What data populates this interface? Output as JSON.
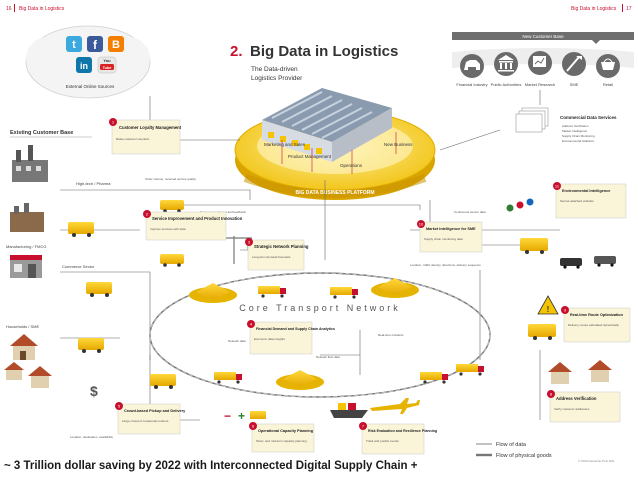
{
  "header": {
    "left_page": "16",
    "left_title": "Big Data in Logistics",
    "right_page": "17",
    "right_title": "Big Data in Logistics"
  },
  "main": {
    "number": "2.",
    "title": "Big Data in Logistics",
    "subtitle_line1": "The Data-driven",
    "subtitle_line2": "Logistics Provider"
  },
  "online_sources": {
    "label": "External Online Sources",
    "icons": [
      "twitter",
      "facebook",
      "blogger",
      "linkedin",
      "youtube"
    ]
  },
  "new_customer_base": {
    "label": "New Customer Base",
    "items": [
      "Financial Industry",
      "Public Authorities",
      "Market Research",
      "SME",
      "Retail"
    ]
  },
  "existing_customer_base": {
    "label": "Existing Customer Base",
    "segments": [
      "High-tech / Pharma",
      "Manufacturing / FMCG",
      "Commerce Sector",
      "Households / SME"
    ]
  },
  "platform": {
    "ring_label": "BIG DATA BUSINESS PLATFORM",
    "sectors": [
      "Marketing and Sales",
      "Product Management",
      "Operations",
      "New Business"
    ]
  },
  "core_network": {
    "label": "Core Transport Network"
  },
  "commercial_services": {
    "title": "Commercial Data Services",
    "items": [
      "Address Verification",
      "Market Intelligence",
      "Supply Chain Monitoring",
      "Environmental Statistics"
    ]
  },
  "boxes": [
    {
      "num": "1",
      "title": "Customer Loyalty Management",
      "text": "Raise customer retention"
    },
    {
      "num": "2",
      "title": "Service Improvement and Product Innovation",
      "text": "Improve services with data"
    },
    {
      "num": "3",
      "title": "Strategic Network Planning",
      "text": "Long-term demand forecasts"
    },
    {
      "num": "4",
      "title": "Financial Demand and Supply Chain Analytics",
      "text": "Economic data insights"
    },
    {
      "num": "5",
      "title": "Crowd-based Pickup and Delivery",
      "text": "Large crowd of occasional couriers"
    },
    {
      "num": "6",
      "title": "Operational Capacity Planning",
      "text": "Short- and mid-term capacity planning"
    },
    {
      "num": "7",
      "title": "Risk Evaluation and Resilience Planning",
      "text": "Track and predict events"
    },
    {
      "num": "8",
      "title": "Address Verification",
      "text": "Verify customer addresses"
    },
    {
      "num": "9",
      "title": "Real-time Route Optimization",
      "text": "Delivery routes calculated dynamically"
    },
    {
      "num": "10",
      "title": "Market Intelligence for SME",
      "text": "Supply chain monitoring data"
    },
    {
      "num": "11",
      "title": "Environmental Intelligence",
      "text": "Sensor-attached vehicles"
    }
  ],
  "flow_labels": {
    "order_volume": "Order volume, received service quality",
    "customer_sentiment": "Customer sentiment and feedback",
    "continuous_sensor": "Continuous sensor data",
    "location_traffic": "Location, traffic density, directions, delivery sequence",
    "network_data": "Network data",
    "network_flow": "Network flow data",
    "realtime_incidents": "Real-time incidents",
    "location_destination": "Location, destination, availability"
  },
  "legend": {
    "data": "Flow of data",
    "physical": "Flow of physical goods"
  },
  "copyright": "© 2013 Deutsche Post DHL",
  "caption": "~ 3 Trillion dollar saving by 2022 with Interconnected Digital Supply Chain +",
  "colors": {
    "accent_red": "#c8102e",
    "dhl_yellow": "#f5c400",
    "platform_yellow": "#f2c81a",
    "note_bg": "#faf4d8"
  }
}
